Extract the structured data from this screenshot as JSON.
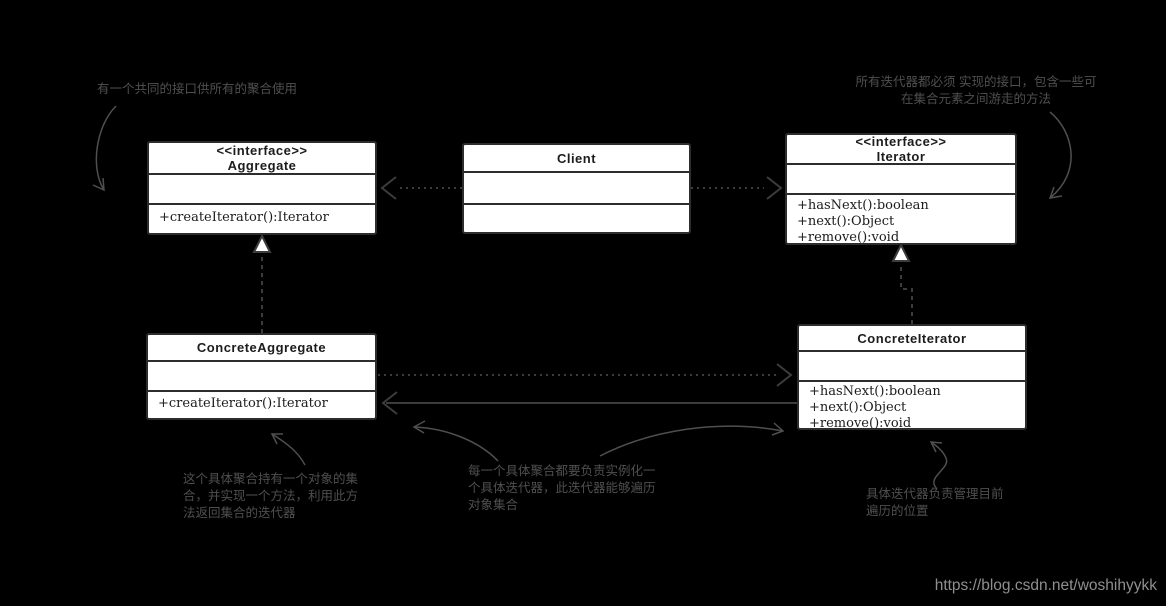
{
  "page": {
    "watermark": "https://blog.csdn.net/woshihyykk"
  },
  "colors": {
    "background": "#000000",
    "box_fill": "#ffffff",
    "box_border": "#2d2d2d",
    "box_text": "#1c1c1c",
    "connector": "#3c3c3c",
    "note_text": "#4f4f4f",
    "watermark_text": "#8f8f8f"
  },
  "diagram": {
    "pattern": "Iterator pattern UML class diagram",
    "classes": {
      "aggregate": {
        "stereotype": "<<interface>>",
        "name": "Aggregate",
        "methods": [
          "+createIterator():Iterator"
        ]
      },
      "client": {
        "name": "Client",
        "methods": []
      },
      "iterator": {
        "stereotype": "<<interface>>",
        "name": "Iterator",
        "methods": [
          "+hasNext():boolean",
          "+next():Object",
          "+remove():void"
        ]
      },
      "concrete_aggregate": {
        "name": "ConcreteAggregate",
        "methods": [
          "+createIterator():Iterator"
        ]
      },
      "concrete_iterator": {
        "name": "ConcreteIterator",
        "methods": [
          "+hasNext():boolean",
          "+next():Object",
          "+remove():void"
        ]
      }
    },
    "relationships": [
      {
        "from": "Client",
        "to": "Aggregate",
        "type": "dashed dependency"
      },
      {
        "from": "Client",
        "to": "Iterator",
        "type": "dashed dependency"
      },
      {
        "from": "ConcreteAggregate",
        "to": "Aggregate",
        "type": "realization"
      },
      {
        "from": "ConcreteIterator",
        "to": "Iterator",
        "type": "realization"
      },
      {
        "from": "ConcreteAggregate",
        "to": "ConcreteIterator",
        "type": "dashed dependency"
      },
      {
        "from": "ConcreteIterator",
        "to": "ConcreteAggregate",
        "type": "association"
      }
    ],
    "notes": {
      "aggregate_note": {
        "lines": [
          "有一个共同的接口供所有的聚合使用"
        ]
      },
      "iterator_note": {
        "lines": [
          "所有迭代器都必须 实现的接口，包含一些可",
          "在集合元素之间游走的方法"
        ]
      },
      "concrete_aggregate_note": {
        "lines": [
          "这个具体聚合持有一个对象的集",
          "合，并实现一个方法，利用此方",
          "法返回集合的迭代器"
        ]
      },
      "creates_note": {
        "lines": [
          "每一个具体聚合都要负责实例化一",
          "个具体迭代器，此迭代器能够遍历",
          "对象集合"
        ]
      },
      "concrete_iterator_note": {
        "lines": [
          "具体迭代器负责管理目前",
          "遍历的位置"
        ]
      }
    }
  }
}
